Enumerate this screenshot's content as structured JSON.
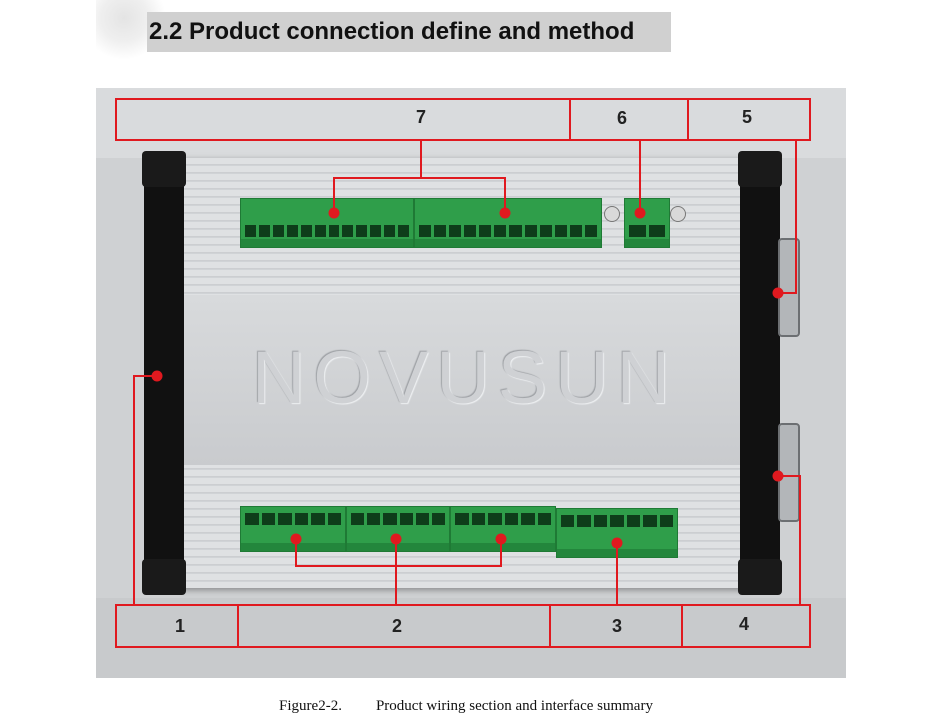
{
  "heading": {
    "title": "2.2  Product connection define and method"
  },
  "figure": {
    "brand_text": "NOVUSUN",
    "callouts": [
      "1",
      "2",
      "3",
      "4",
      "5",
      "6",
      "7"
    ],
    "caption_number": "Figure2-2.",
    "caption_text": "Product wiring section and interface summary"
  },
  "colors": {
    "annotation_red": "#e0191f",
    "terminal_green": "#2f9e4a",
    "heading_bg": "#d0d0d0"
  }
}
